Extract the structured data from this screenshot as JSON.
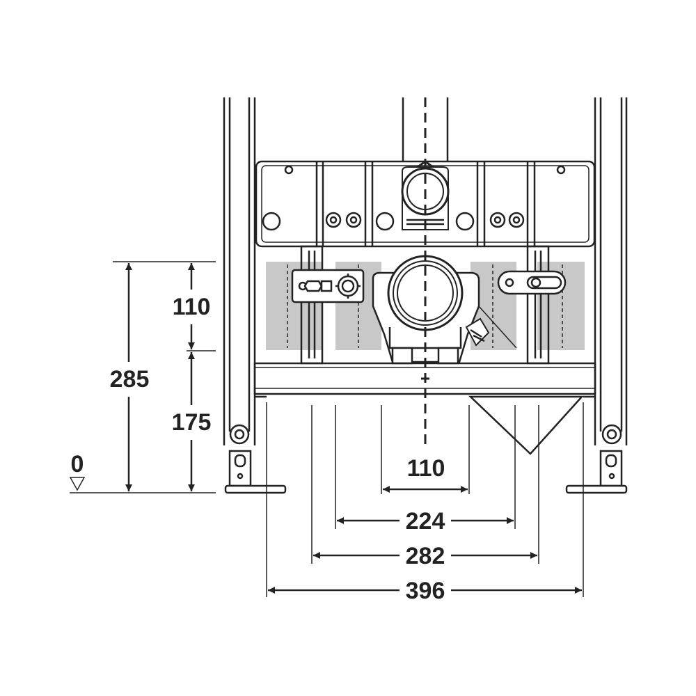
{
  "colors": {
    "line": "#222222",
    "shade": "#c8c8c8",
    "background": "#ffffff"
  },
  "vertical_dimensions": {
    "total": "285",
    "upper": "110",
    "lower": "175",
    "datum": "0"
  },
  "horizontal_dimensions": {
    "d1": "110",
    "d2": "224",
    "d3": "282",
    "d4": "396"
  },
  "icons": {
    "datum_marker": "level-triangle-icon",
    "centerline": "dashed-centerline"
  }
}
